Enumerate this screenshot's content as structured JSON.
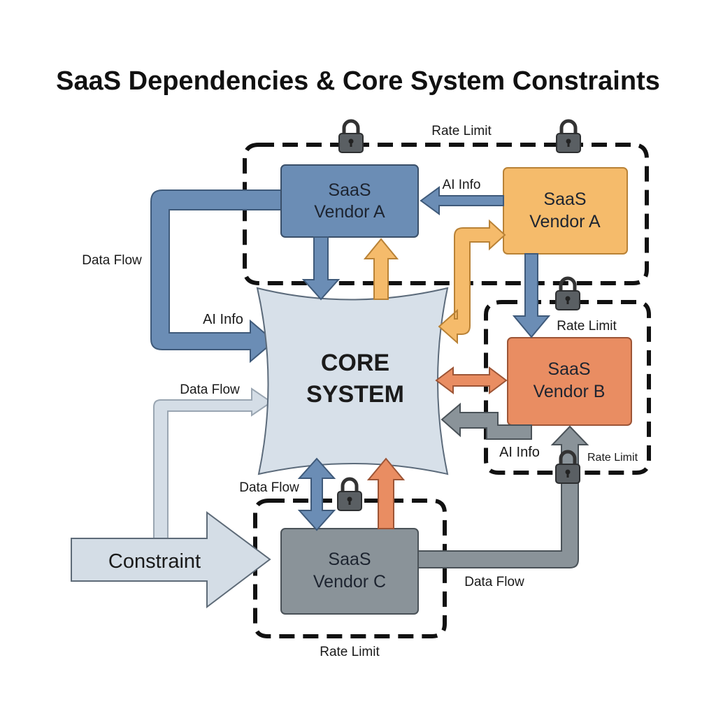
{
  "title": "SaaS Dependencies & Core System Constraints",
  "core": {
    "line1": "CORE",
    "line2": "SYSTEM"
  },
  "vendors": {
    "a_blue": {
      "line1": "SaaS",
      "line2": "Vendor A"
    },
    "a_orange": {
      "line1": "SaaS",
      "line2": "Vendor A"
    },
    "b": {
      "line1": "SaaS",
      "line2": "Vendor B"
    },
    "c": {
      "line1": "SaaS",
      "line2": "Vendor C"
    }
  },
  "labels": {
    "rate_limit_top": "Rate Limit",
    "ai_info_top": "AI Info",
    "data_flow_left": "Data Flow",
    "ai_info_left": "AI Info",
    "rate_limit_right": "Rate Limit",
    "data_flow_mid_left": "Data Flow",
    "ai_info_right": "AI Info",
    "rate_limit_b_bottom": "Rate Limit",
    "data_flow_bottom": "Data Flow",
    "constraint": "Constraint",
    "data_flow_right_bottom": "Data Flow",
    "rate_limit_bottom": "Rate Limit"
  },
  "colors": {
    "blue": "#6b8db5",
    "orange_light": "#f5bb6b",
    "orange_dark": "#e98d62",
    "gray": "#8a9399",
    "pale": "#d4dde6"
  },
  "icons": [
    "lock-icon"
  ]
}
